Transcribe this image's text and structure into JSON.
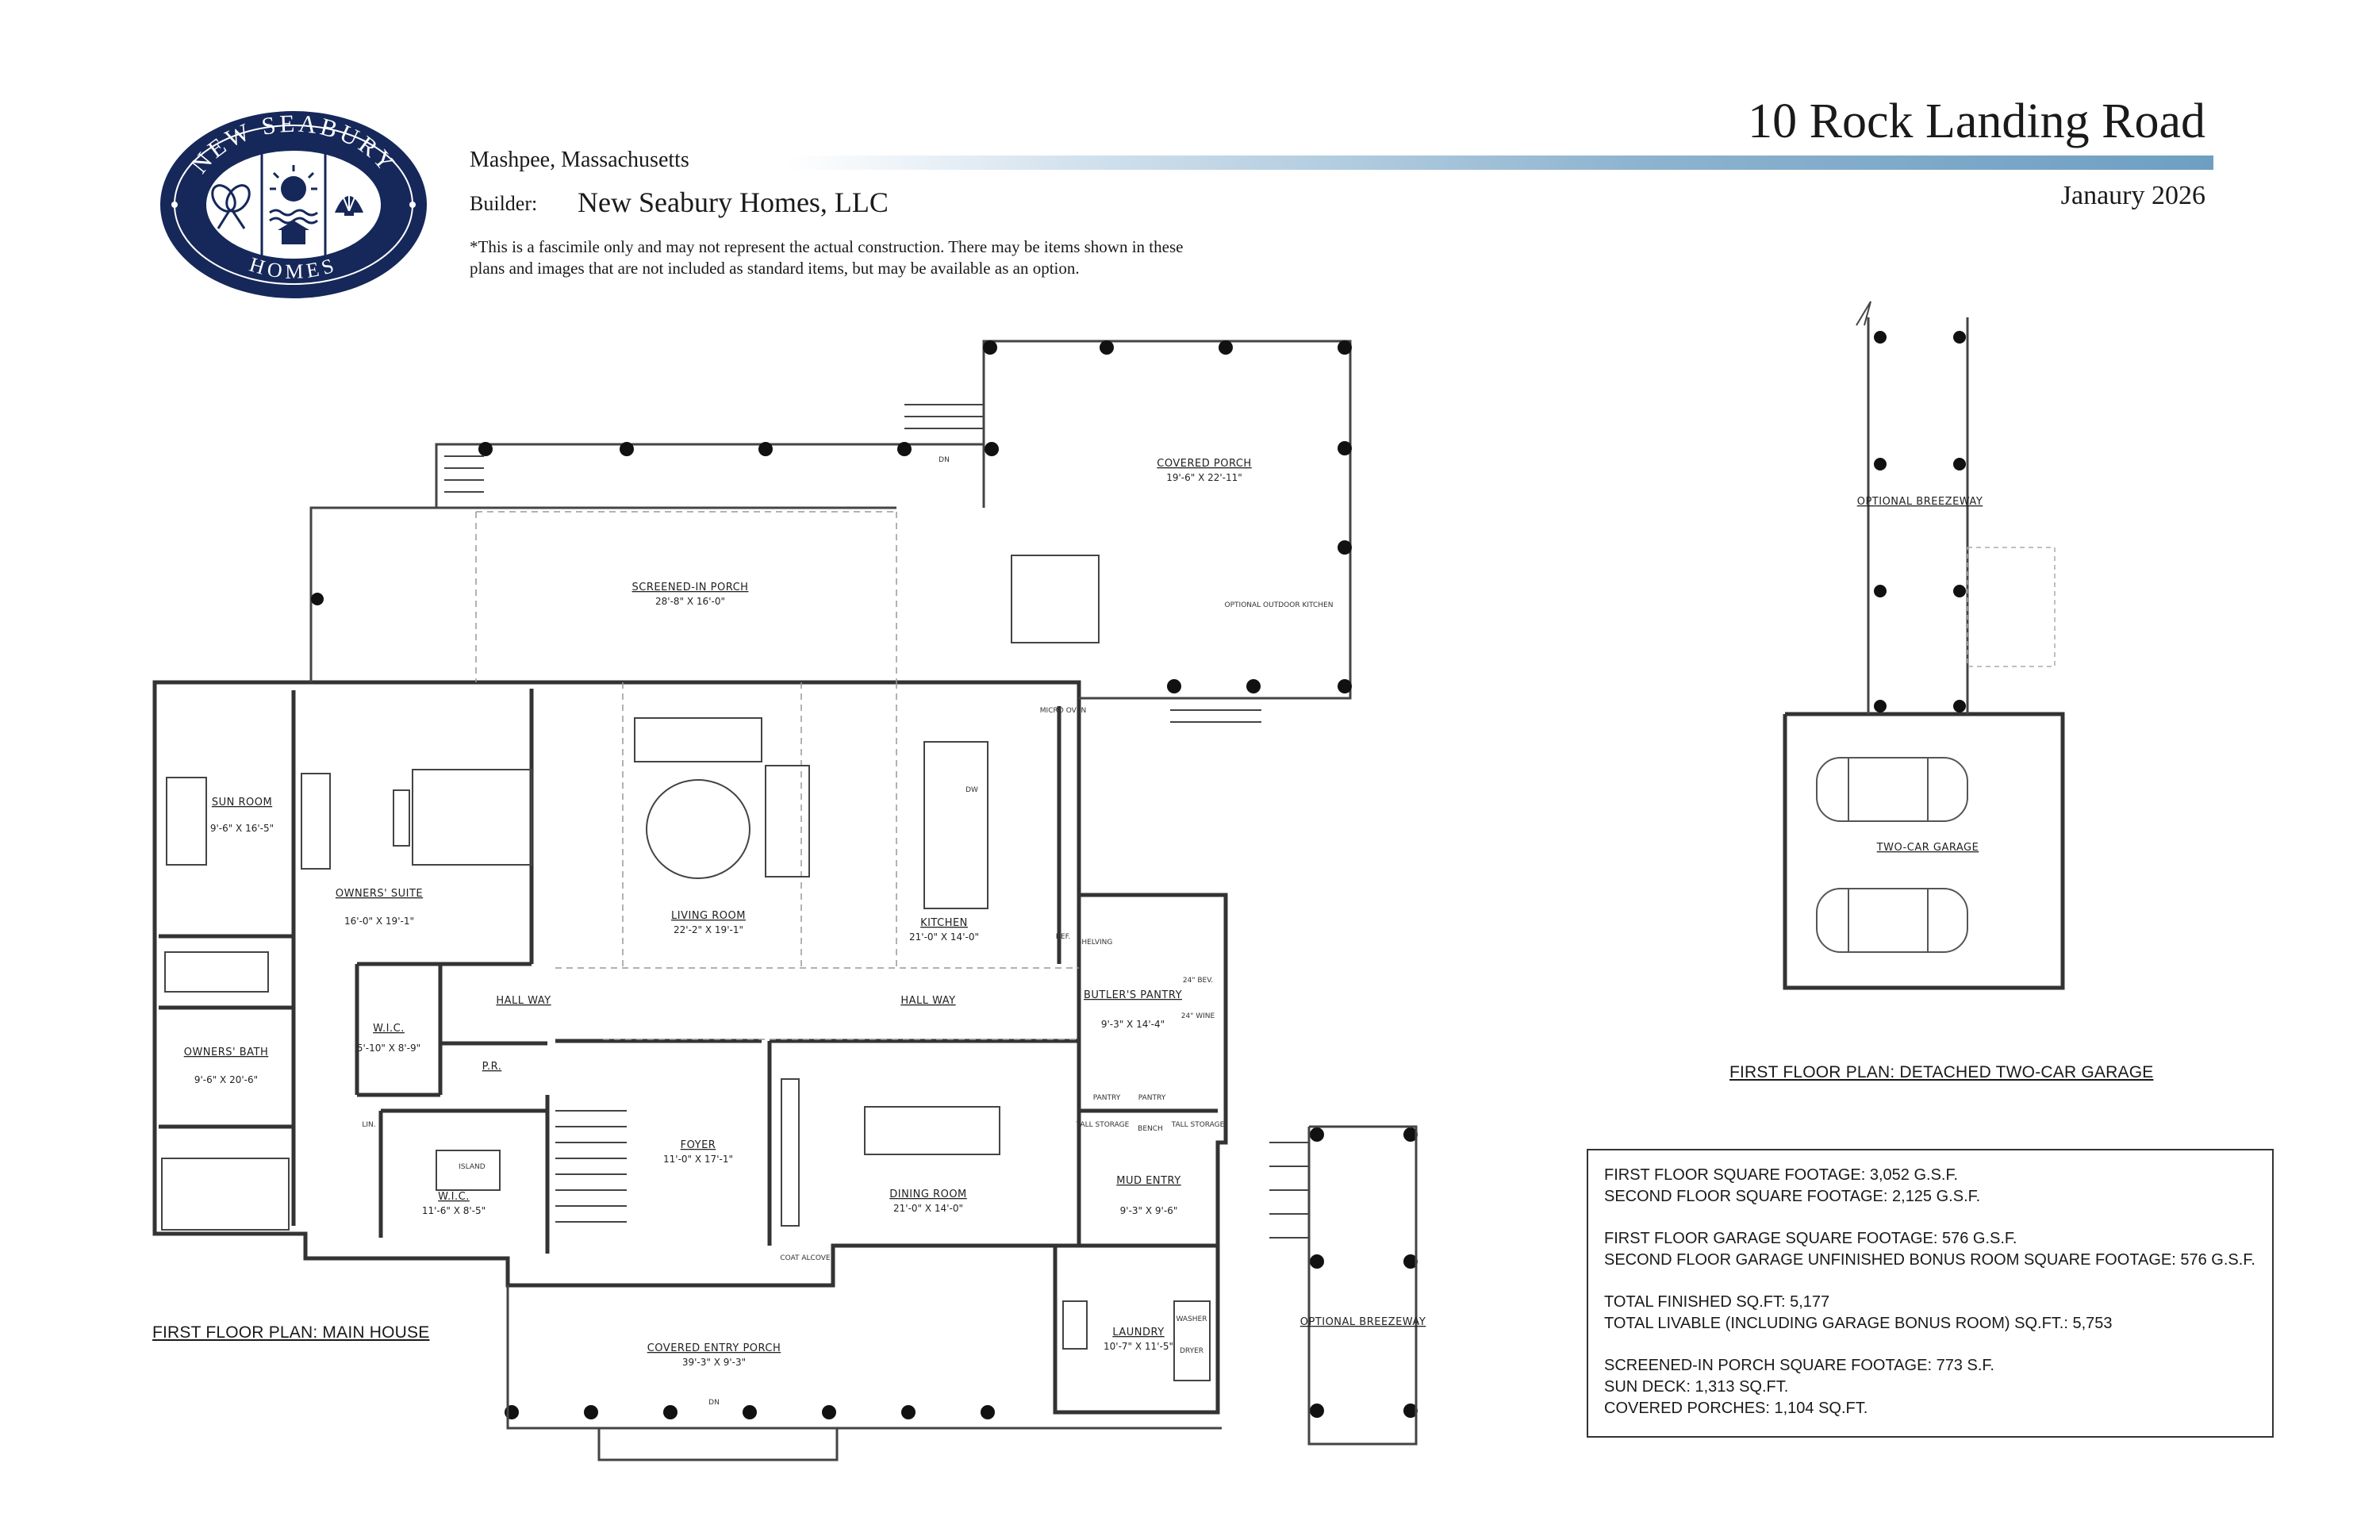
{
  "header": {
    "title": "10 Rock Landing Road",
    "date": "Janaury 2026",
    "location": "Mashpee, Massachusetts",
    "builder_label": "Builder:",
    "builder_name": "New Seabury Homes, LLC",
    "disclaimer": "*This is a fascimile only and may not represent the actual construction. There may be items shown in these plans and images that are not included as standard items, but may be available as an option."
  },
  "logo": {
    "top_text": "NEW SEABURY",
    "bottom_text": "HOMES",
    "colors": {
      "navy": "#16285a",
      "white": "#ffffff"
    }
  },
  "colors": {
    "accent_blue": "#6e9fc2",
    "wall": "#333333"
  },
  "captions": {
    "main": "FIRST FLOOR PLAN: MAIN HOUSE",
    "garage": "FIRST FLOOR PLAN: DETACHED TWO-CAR GARAGE"
  },
  "rooms": {
    "covered_porch": {
      "label": "COVERED PORCH",
      "dims": "19'-6\" X 22'-11\""
    },
    "screened_porch": {
      "label": "SCREENED-IN PORCH",
      "dims": "28'-8\" X 16'-0\""
    },
    "sun_room": {
      "label": "SUN ROOM",
      "dims": "9'-6\" X 16'-5\""
    },
    "owners_suite": {
      "label": "OWNERS' SUITE",
      "dims": "16'-0\" X 19'-1\""
    },
    "living_room": {
      "label": "LIVING ROOM",
      "dims": "22'-2\" X 19'-1\""
    },
    "kitchen": {
      "label": "KITCHEN",
      "dims": "21'-0\" X 14'-0\""
    },
    "butlers_pantry": {
      "label": "BUTLER'S PANTRY",
      "dims": "9'-3\" X 14'-4\""
    },
    "hall_way_1": {
      "label": "HALL WAY"
    },
    "hall_way_2": {
      "label": "HALL WAY"
    },
    "wic_1": {
      "label": "W.I.C.",
      "dims": "5'-10\" X 8'-9\""
    },
    "pr": {
      "label": "P.R."
    },
    "owners_bath": {
      "label": "OWNERS' BATH",
      "dims": "9'-6\" X 20'-6\""
    },
    "wic_2": {
      "label": "W.I.C.",
      "dims": "11'-6\" X 8'-5\""
    },
    "foyer": {
      "label": "FOYER",
      "dims": "11'-0\" X 17'-1\""
    },
    "dining_room": {
      "label": "DINING ROOM",
      "dims": "21'-0\" X 14'-0\""
    },
    "mud_entry": {
      "label": "MUD ENTRY",
      "dims": "9'-3\" X 9'-6\""
    },
    "laundry": {
      "label": "LAUNDRY",
      "dims": "10'-7\" X 11'-5\""
    },
    "covered_entry_porch": {
      "label": "COVERED ENTRY PORCH",
      "dims": "39'-3\" X 9'-3\""
    },
    "optional_breezeway": {
      "label": "OPTIONAL BREEZEWAY"
    },
    "optional_breezeway_garage": {
      "label": "OPTIONAL BREEZEWAY"
    },
    "two_car_garage": {
      "label": "TWO-CAR GARAGE"
    }
  },
  "small_labels": {
    "dn": "DN",
    "optional_outdoor_kitchen": "OPTIONAL OUTDOOR KITCHEN",
    "micro_oven": "MICRO OVEN",
    "ref": "REF.",
    "shelving": "SHELVING",
    "bev_24": "24\" BEV.",
    "wine_24": "24\" WINE",
    "pantry": "PANTRY",
    "tall_storage": "TALL STORAGE",
    "bench": "BENCH",
    "island": "ISLAND",
    "lin": "LIN.",
    "coat_alcove": "COAT ALCOVE",
    "washer": "WASHER",
    "dryer": "DRYER",
    "dw": "DW"
  },
  "square_footage": [
    "FIRST FLOOR SQUARE FOOTAGE:  3,052 G.S.F.",
    "SECOND FLOOR SQUARE FOOTAGE: 2,125 G.S.F.",
    "FIRST FLOOR GARAGE SQUARE FOOTAGE: 576 G.S.F.",
    "SECOND FLOOR GARAGE UNFINISHED BONUS ROOM SQUARE FOOTAGE: 576 G.S.F.",
    "TOTAL FINISHED SQ.FT: 5,177",
    "TOTAL LIVABLE (INCLUDING GARAGE BONUS ROOM) SQ.FT.: 5,753",
    "SCREENED-IN PORCH SQUARE FOOTAGE: 773 S.F.",
    "SUN DECK: 1,313 SQ.FT.",
    "COVERED PORCHES: 1,104 SQ.FT."
  ]
}
